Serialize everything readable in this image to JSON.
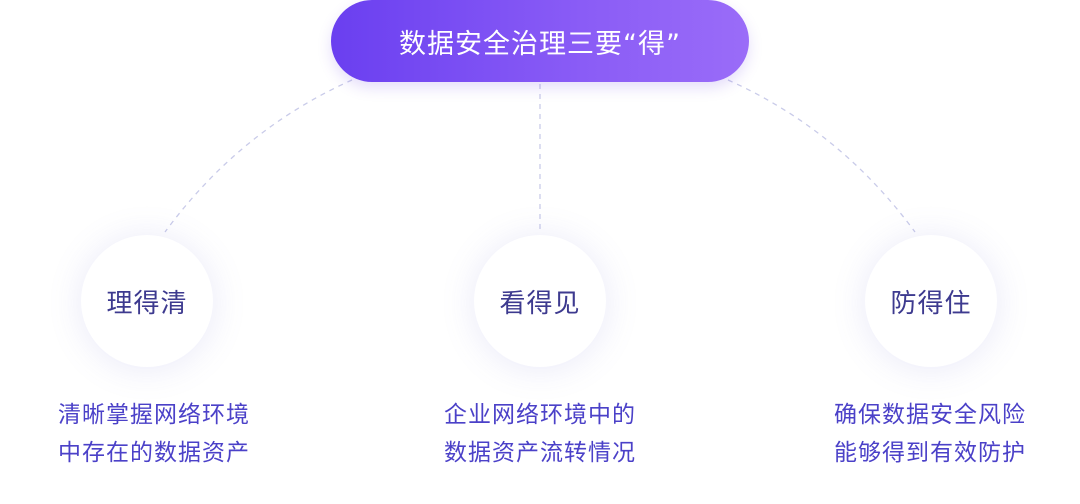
{
  "title": "数据安全治理三要“得”",
  "colors": {
    "title_gradient_start": "#6a3ff0",
    "title_gradient_end": "#9a6cf8",
    "node_text": "#3d3a8f",
    "description_text": "#4b41c8",
    "connector": "#c9cbe9"
  },
  "nodes": [
    {
      "label": "理得清",
      "description_line1": "清晰掌握网络环境",
      "description_line2": "中存在的数据资产"
    },
    {
      "label": "看得见",
      "description_line1": "企业网络环境中的",
      "description_line2": "数据资产流转情况"
    },
    {
      "label": "防得住",
      "description_line1": "确保数据安全风险",
      "description_line2": "能够得到有效防护"
    }
  ]
}
